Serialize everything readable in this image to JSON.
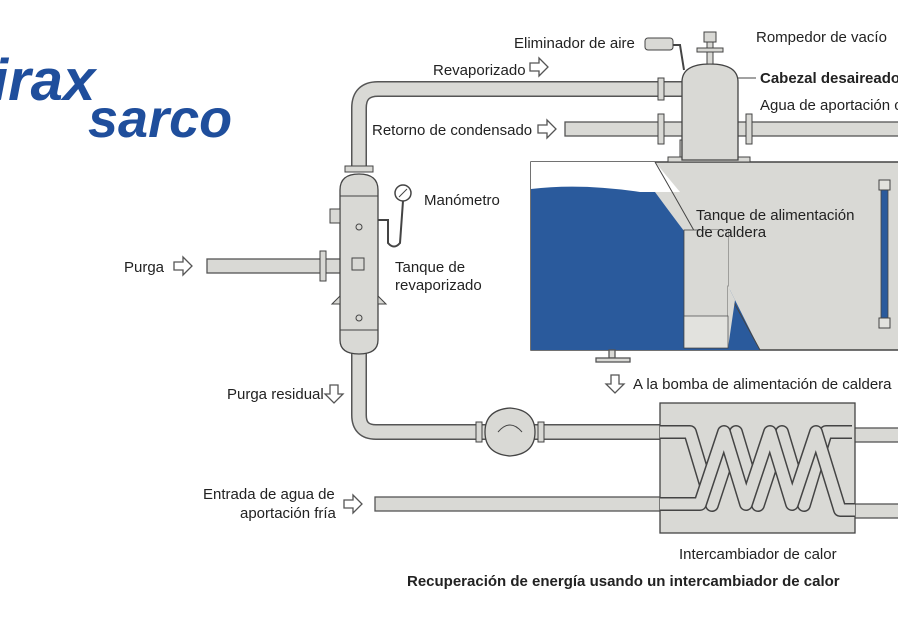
{
  "logo": {
    "line1": "irax",
    "line2": "sarco",
    "color": "#1f4e9c"
  },
  "labels": {
    "air_vent": "Eliminador de aire",
    "vacuum_breaker": "Rompedor de vacío",
    "flash_steam": "Revaporizado",
    "deaerator_head": "Cabezal desaireador",
    "makeup_water": "Agua de aportación c",
    "condensate_return": "Retorno de condensado",
    "pressure_gauge": "Manómetro",
    "feed_tank_1": "Tanque de alimentación",
    "feed_tank_2": "de caldera",
    "blowdown": "Purga",
    "flash_vessel_1": "Tanque de",
    "flash_vessel_2": "revaporizado",
    "residual_blowdown": "Purga residual",
    "to_feed_pump": "A la bomba de alimentación de caldera",
    "cold_makeup_1": "Entrada de agua de",
    "cold_makeup_2": "aportación fría",
    "heat_exchanger": "Intercambiador de calor",
    "caption": "Recuperación de energía usando un intercambiador de calor"
  },
  "colors": {
    "water": "#2a5a9c",
    "equipment": "#d9d9d5",
    "outline": "#555555"
  }
}
